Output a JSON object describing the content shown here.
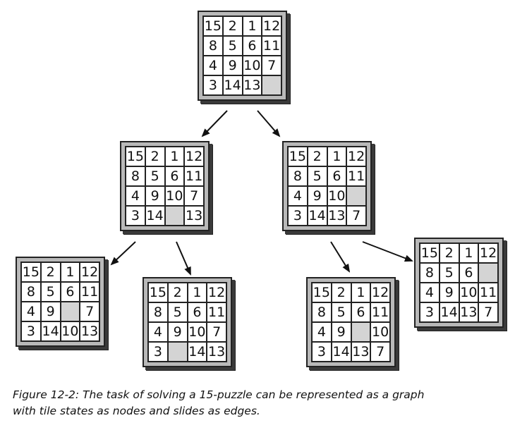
{
  "boards": [
    {
      "id": "root",
      "tiles": [
        "15",
        "2",
        "1",
        "12",
        "8",
        "5",
        "6",
        "11",
        "4",
        "9",
        "10",
        "7",
        "3",
        "14",
        "13",
        ""
      ]
    },
    {
      "id": "a",
      "tiles": [
        "15",
        "2",
        "1",
        "12",
        "8",
        "5",
        "6",
        "11",
        "4",
        "9",
        "10",
        "7",
        "3",
        "14",
        "",
        "13"
      ]
    },
    {
      "id": "b",
      "tiles": [
        "15",
        "2",
        "1",
        "12",
        "8",
        "5",
        "6",
        "11",
        "4",
        "9",
        "10",
        "",
        "3",
        "14",
        "13",
        "7"
      ]
    },
    {
      "id": "a1",
      "tiles": [
        "15",
        "2",
        "1",
        "12",
        "8",
        "5",
        "6",
        "11",
        "4",
        "9",
        "",
        "7",
        "3",
        "14",
        "10",
        "13"
      ]
    },
    {
      "id": "a2",
      "tiles": [
        "15",
        "2",
        "1",
        "12",
        "8",
        "5",
        "6",
        "11",
        "4",
        "9",
        "10",
        "7",
        "3",
        "",
        "14",
        "13"
      ]
    },
    {
      "id": "b1",
      "tiles": [
        "15",
        "2",
        "1",
        "12",
        "8",
        "5",
        "6",
        "11",
        "4",
        "9",
        "",
        "10",
        "3",
        "14",
        "13",
        "7"
      ]
    },
    {
      "id": "b2",
      "tiles": [
        "15",
        "2",
        "1",
        "12",
        "8",
        "5",
        "6",
        "",
        "4",
        "9",
        "10",
        "11",
        "3",
        "14",
        "13",
        "7"
      ]
    }
  ],
  "edges": [
    {
      "from": "root",
      "to": "a"
    },
    {
      "from": "root",
      "to": "b"
    },
    {
      "from": "a",
      "to": "a1"
    },
    {
      "from": "a",
      "to": "a2"
    },
    {
      "from": "b",
      "to": "b1"
    },
    {
      "from": "b",
      "to": "b2"
    }
  ],
  "caption": {
    "line1": "Figure 12-2: The task of solving a 15-puzzle can be represented as a graph",
    "line2": "with tile states as nodes and slides as edges."
  },
  "colors": {
    "frame": "#b9b9b9",
    "blank_tile": "#d4d4d4",
    "tile": "#ffffff",
    "line": "#111111"
  }
}
